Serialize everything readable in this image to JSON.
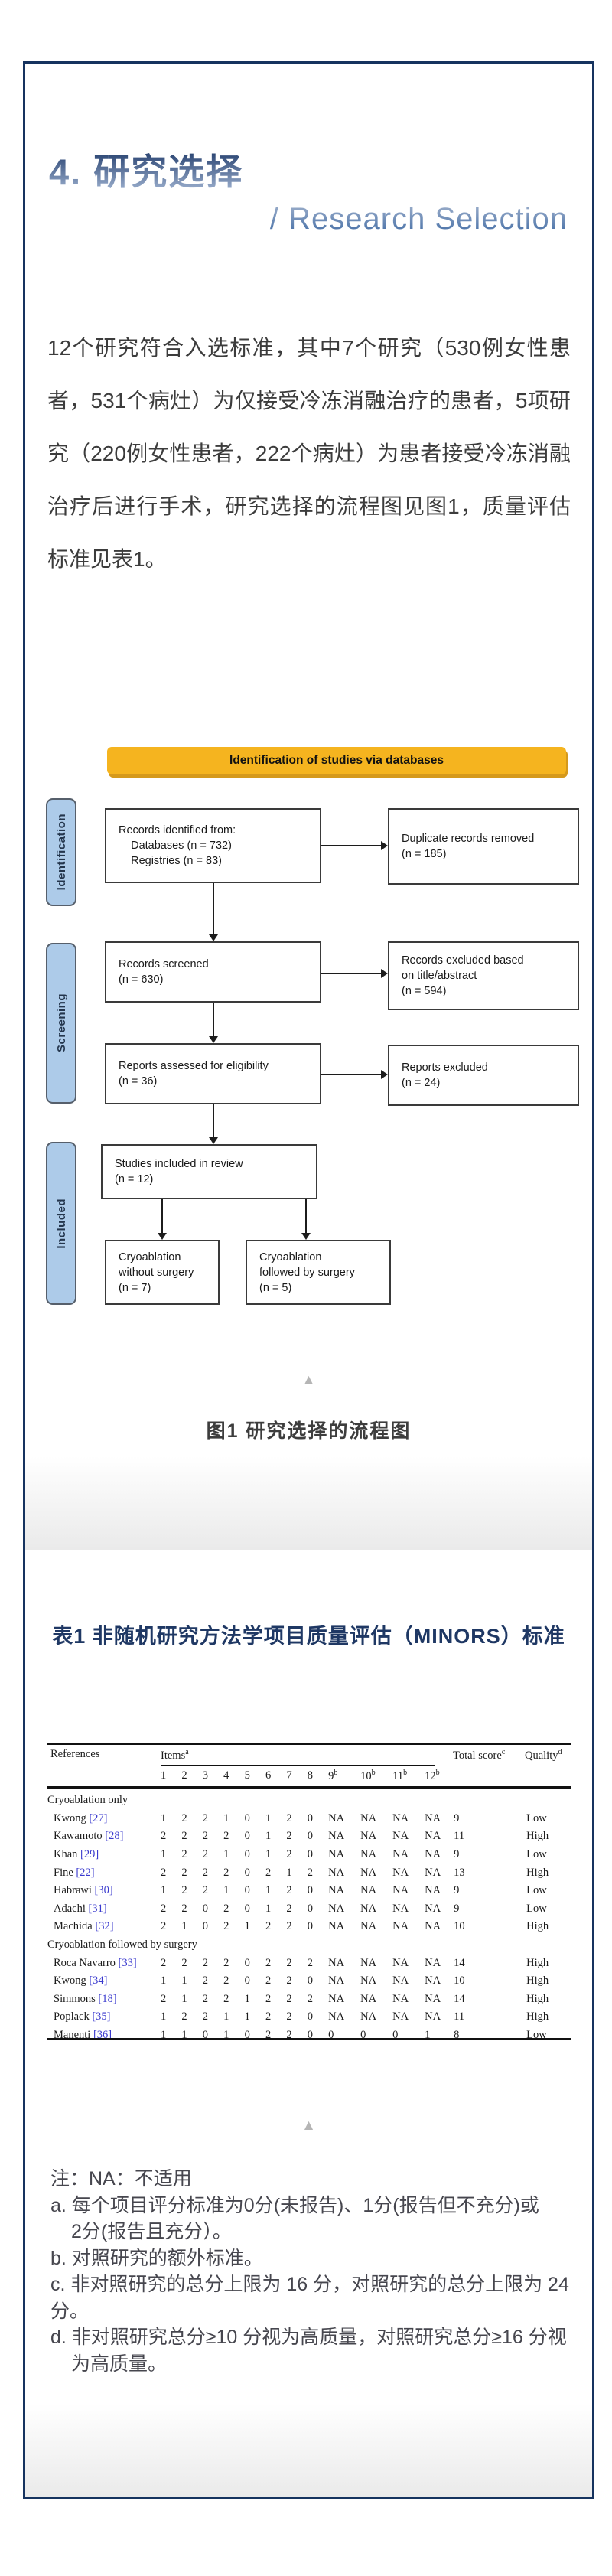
{
  "header": {
    "section_title": "4. 研究选择",
    "section_subtitle": "/ Research Selection"
  },
  "intro_paragraph": "12个研究符合入选标准，其中7个研究（530例女性患者，531个病灶）为仅接受冷冻消融治疗的患者，5项研究（220例女性患者，222个病灶）为患者接受冷冻消融治疗后进行手术，研究选择的流程图见图1，质量评估标准见表1。",
  "flowchart": {
    "banner": "Identification of studies via databases",
    "stages": {
      "identification": "Identification",
      "screening": "Screening",
      "included": "Included"
    },
    "boxes": {
      "identified": [
        "Records identified from:",
        "    Databases (n = 732)",
        "    Registries (n = 83)"
      ],
      "duplicates_removed": [
        "Duplicate records removed",
        "(n = 185)"
      ],
      "screened": [
        "Records screened",
        "(n = 630)"
      ],
      "excluded_title_abstract": [
        "Records excluded based",
        "on title/abstract",
        "(n = 594)"
      ],
      "assessed": [
        "Reports assessed for eligibility",
        "(n = 36)"
      ],
      "reports_excluded": [
        "Reports excluded",
        "(n = 24)"
      ],
      "included_review": [
        "Studies included in review",
        "(n = 12)"
      ],
      "cryo_without_surgery": [
        "Cryoablation",
        "without surgery",
        "(n = 7)"
      ],
      "cryo_followed_surgery": [
        "Cryoablation",
        "followed by surgery",
        "(n = 5)"
      ]
    }
  },
  "figure_caption": "图1 研究选择的流程图",
  "collapse_marker": "▲",
  "table": {
    "title": "表1 非随机研究方法学项目质量评估（MINORS）标准",
    "header": {
      "references": "References",
      "items": "Items",
      "items_sup": "a",
      "total": "Total score",
      "total_sup": "c",
      "quality": "Quality",
      "quality_sup": "d",
      "item_cols": [
        "1",
        "2",
        "3",
        "4",
        "5",
        "6",
        "7",
        "8",
        "9",
        "10",
        "11",
        "12"
      ],
      "item_col_sups": [
        "",
        "",
        "",
        "",
        "",
        "",
        "",
        "",
        "b",
        "b",
        "b",
        "b"
      ]
    },
    "sections": [
      {
        "label": "Cryoablation only",
        "rows": [
          {
            "ref": "Kwong",
            "cite": "[27]",
            "items": [
              "1",
              "2",
              "2",
              "1",
              "0",
              "1",
              "2",
              "0",
              "NA",
              "NA",
              "NA",
              "NA"
            ],
            "total": "9",
            "quality": "Low"
          },
          {
            "ref": "Kawamoto",
            "cite": "[28]",
            "items": [
              "2",
              "2",
              "2",
              "2",
              "0",
              "1",
              "2",
              "0",
              "NA",
              "NA",
              "NA",
              "NA"
            ],
            "total": "11",
            "quality": "High"
          },
          {
            "ref": "Khan",
            "cite": "[29]",
            "items": [
              "1",
              "2",
              "2",
              "1",
              "0",
              "1",
              "2",
              "0",
              "NA",
              "NA",
              "NA",
              "NA"
            ],
            "total": "9",
            "quality": "Low"
          },
          {
            "ref": "Fine",
            "cite": "[22]",
            "items": [
              "2",
              "2",
              "2",
              "2",
              "0",
              "2",
              "1",
              "2",
              "NA",
              "NA",
              "NA",
              "NA"
            ],
            "total": "13",
            "quality": "High"
          },
          {
            "ref": "Habrawi",
            "cite": "[30]",
            "items": [
              "1",
              "2",
              "2",
              "1",
              "0",
              "1",
              "2",
              "0",
              "NA",
              "NA",
              "NA",
              "NA"
            ],
            "total": "9",
            "quality": "Low"
          },
          {
            "ref": "Adachi",
            "cite": "[31]",
            "items": [
              "2",
              "2",
              "0",
              "2",
              "0",
              "1",
              "2",
              "0",
              "NA",
              "NA",
              "NA",
              "NA"
            ],
            "total": "9",
            "quality": "Low"
          },
          {
            "ref": "Machida",
            "cite": "[32]",
            "items": [
              "2",
              "1",
              "0",
              "2",
              "1",
              "2",
              "2",
              "0",
              "NA",
              "NA",
              "NA",
              "NA"
            ],
            "total": "10",
            "quality": "High"
          }
        ]
      },
      {
        "label": "Cryoablation followed by surgery",
        "rows": [
          {
            "ref": "Roca Navarro",
            "cite": "[33]",
            "items": [
              "2",
              "2",
              "2",
              "2",
              "0",
              "2",
              "2",
              "2",
              "NA",
              "NA",
              "NA",
              "NA"
            ],
            "total": "14",
            "quality": "High"
          },
          {
            "ref": "Kwong",
            "cite": "[34]",
            "items": [
              "1",
              "1",
              "2",
              "2",
              "0",
              "2",
              "2",
              "0",
              "NA",
              "NA",
              "NA",
              "NA"
            ],
            "total": "10",
            "quality": "High"
          },
          {
            "ref": "Simmons",
            "cite": "[18]",
            "items": [
              "2",
              "1",
              "2",
              "2",
              "1",
              "2",
              "2",
              "2",
              "NA",
              "NA",
              "NA",
              "NA"
            ],
            "total": "14",
            "quality": "High"
          },
          {
            "ref": "Poplack",
            "cite": "[35]",
            "items": [
              "1",
              "2",
              "2",
              "1",
              "1",
              "2",
              "2",
              "0",
              "NA",
              "NA",
              "NA",
              "NA"
            ],
            "total": "11",
            "quality": "High"
          },
          {
            "ref": "Manenti",
            "cite": "[36]",
            "items": [
              "1",
              "1",
              "0",
              "1",
              "0",
              "2",
              "2",
              "0",
              "0",
              "0",
              "0",
              "1"
            ],
            "total": "8",
            "quality": "Low"
          }
        ]
      }
    ]
  },
  "notes": {
    "lines": [
      {
        "text": "注：NA：不适用",
        "indent": false
      },
      {
        "text": "a. 每个项目评分标准为0分(未报告)、1分(报告但不充分)或",
        "indent": false
      },
      {
        "text": "2分(报告且充分）。",
        "indent": true
      },
      {
        "text": "b. 对照研究的额外标准。",
        "indent": false
      },
      {
        "text": "c. 非对照研究的总分上限为 16 分，对照研究的总分上限为 24 分。",
        "indent": false
      },
      {
        "text": "d. 非对照研究总分≥10 分视为高质量，对照研究总分≥16 分视",
        "indent": false
      },
      {
        "text": "为高质量。",
        "indent": true
      }
    ]
  },
  "colors": {
    "card_border": "#16335f",
    "banner_fill": "#f5b41f",
    "banner_shadow": "#d5991b",
    "stage_fill": "#adcbe9",
    "title_gradient_top": "#1c3767",
    "title_gradient_bottom": "#a9bcd9",
    "citation_blue": "#3a3ace",
    "table_title_navy": "#1f3864"
  }
}
